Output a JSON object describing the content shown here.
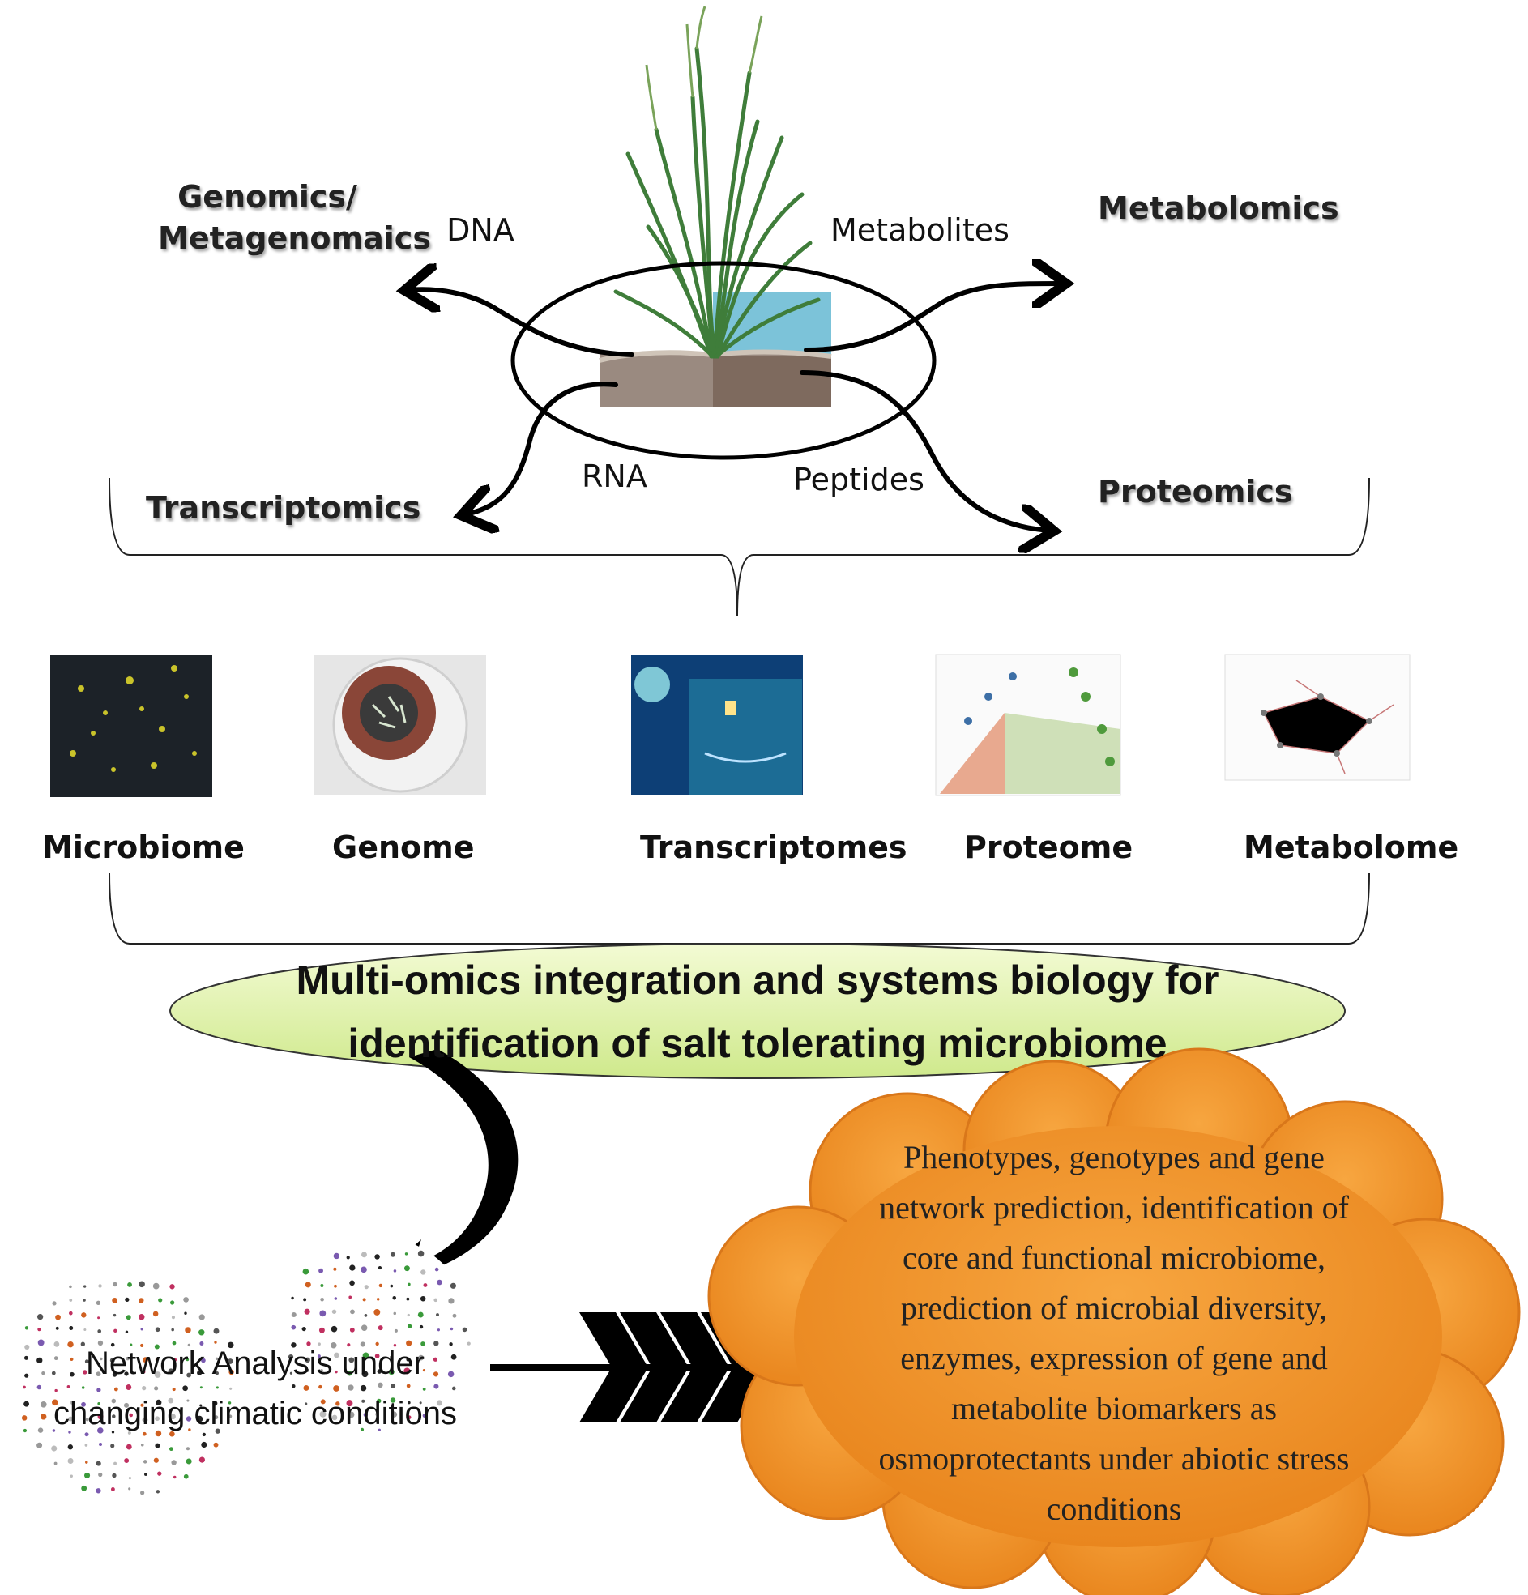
{
  "diagram": {
    "top_labels": {
      "genomics": "Genomics/",
      "metagenomics": "Metagenomaics",
      "metabolomics": "Metabolomics",
      "transcriptomics": "Transcriptomics",
      "proteomics": "Proteomics",
      "dna": "DNA",
      "metabolites": "Metabolites",
      "rna": "RNA",
      "peptides": "Peptides"
    },
    "omics_layers": [
      {
        "name": "Microbiome"
      },
      {
        "name": "Genome"
      },
      {
        "name": "Transcriptomes"
      },
      {
        "name": "Proteome"
      },
      {
        "name": "Metabolome"
      }
    ],
    "integration": {
      "line1": "Multi-omics integration and systems biology for",
      "line2": "identification of salt tolerating microbiome",
      "fill": "#e3f3b4"
    },
    "network": {
      "line1": "Network Analysis under",
      "line2": "changing climatic conditions"
    },
    "outcome": {
      "text": "Phenotypes, genotypes and gene network prediction, identification of core and functional microbiome, prediction of microbial diversity, enzymes, expression of gene and metabolite biomarkers  as osmoprotectants  under abiotic stress conditions",
      "fill": "#f39a33"
    }
  }
}
